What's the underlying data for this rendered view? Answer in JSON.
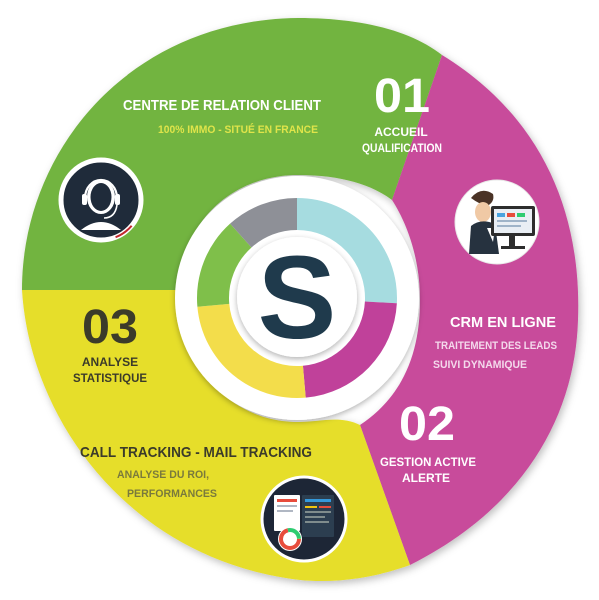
{
  "center": {
    "letter": "S"
  },
  "colors": {
    "green": "#72b43f",
    "magenta": "#c84c9b",
    "yellow": "#e6de2a",
    "white_text": "#ffffff",
    "dark_text": "#3b3b2a",
    "yellow_subtext": "#dfe44a",
    "dark_icon": "#1f2b3a",
    "inner_teal": "#a6dce0",
    "inner_magenta": "#c0419a",
    "inner_yellow": "#f3dd4b",
    "inner_green": "#7fbf4a",
    "inner_grey": "#8e9097",
    "s_color": "#1f3a4c"
  },
  "sections": [
    {
      "id": "relation-client",
      "title": "CENTRE DE RELATION CLIENT",
      "subtitle": "100% IMMO - SITUÉ EN FRANCE",
      "number": "01",
      "step_lines": [
        "ACCUEIL",
        "QUALIFICATION"
      ],
      "icon": "headset-operator-icon"
    },
    {
      "id": "crm",
      "title": "CRM EN LIGNE",
      "sub_lines": [
        "TRAITEMENT DES LEADS",
        "SUIVI DYNAMIQUE"
      ],
      "number": "02",
      "step_lines": [
        "GESTION ACTIVE",
        "ALERTE"
      ],
      "icon": "computer-user-icon"
    },
    {
      "id": "tracking",
      "title": "CALL TRACKING - MAIL TRACKING",
      "sub_lines": [
        "ANALYSE DU ROI,",
        "PERFORMANCES"
      ],
      "number": "03",
      "step_lines": [
        "ANALYSE",
        "STATISTIQUE"
      ],
      "icon": "dashboard-icon"
    }
  ]
}
